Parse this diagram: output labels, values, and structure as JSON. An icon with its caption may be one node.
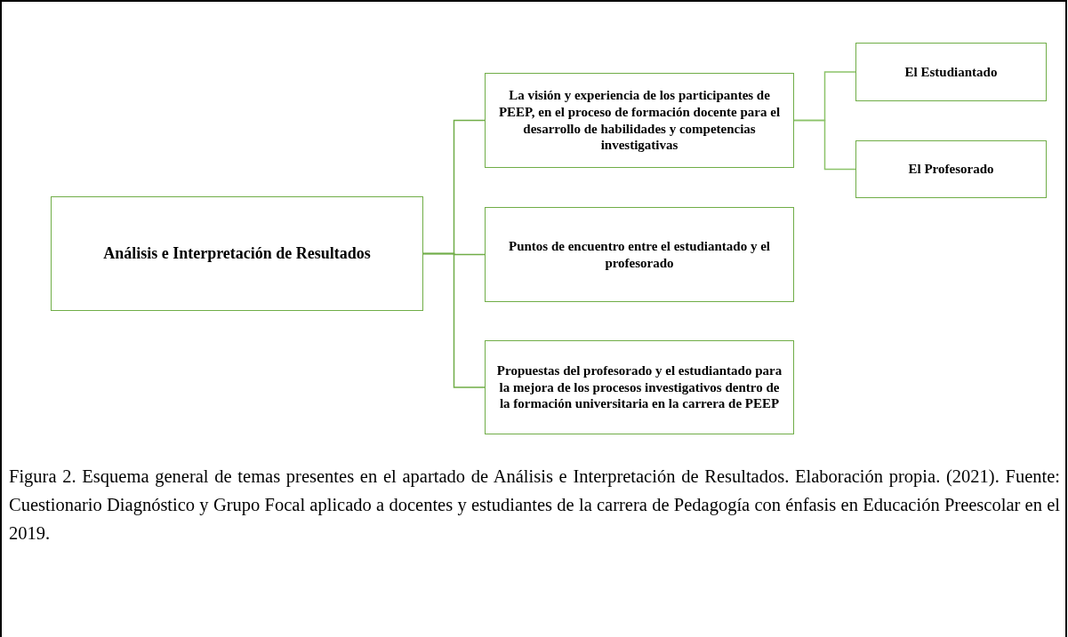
{
  "diagram": {
    "caption": "Figura 2. Esquema general de temas presentes en el apartado de Análisis e Interpretación de Resultados. Elaboración propia. (2021). Fuente: Cuestionario Diagnóstico y Grupo Focal aplicado a docentes y estudiantes de la carrera de Pedagogía con énfasis en Educación Preescolar en el 2019.",
    "nodes": [
      {
        "text": [
          "Análisis e Interpretación de Resultados"
        ]
      },
      {
        "text": [
          "La visión y experiencia de los participantes de PEEP, en el proceso de formación docente para el desarrollo de habilidades y competencias investigativas"
        ]
      },
      {
        "text": [
          "Puntos de encuentro entre el estudiantado y el profesorado"
        ]
      },
      {
        "text": [
          "Propuestas del profesorado y el estudiantado para la mejora de los procesos investigativos dentro de la formación universitaria en la carrera de PEEP"
        ]
      },
      {
        "text": [
          "El Estudiantado"
        ]
      },
      {
        "text": [
          "El Profesorado"
        ]
      }
    ],
    "edges": [
      {
        "from": 0,
        "to": 1,
        "arrow": "none"
      },
      {
        "from": 0,
        "to": 2,
        "arrow": "none"
      },
      {
        "from": 0,
        "to": 3,
        "arrow": "none"
      },
      {
        "from": 1,
        "to": 4,
        "arrow": "none"
      },
      {
        "from": 1,
        "to": 5,
        "arrow": "none"
      }
    ]
  }
}
